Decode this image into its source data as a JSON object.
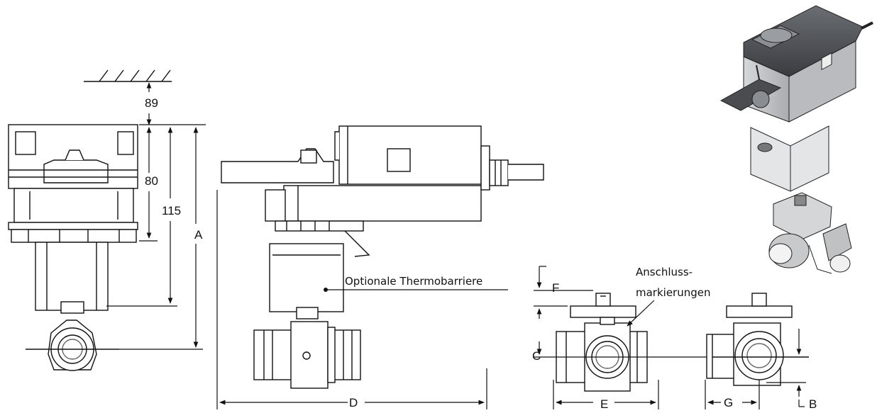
{
  "dimensions": {
    "d89": "89",
    "d80": "80",
    "d115": "115",
    "A": "A",
    "B": "B",
    "C": "C",
    "D": "D",
    "E": "E",
    "F": "F",
    "G": "G"
  },
  "annotations": {
    "thermobarrier": "Optionale Thermobarriere",
    "connection_line1": "Anschluss-",
    "connection_line2": "markierungen"
  }
}
